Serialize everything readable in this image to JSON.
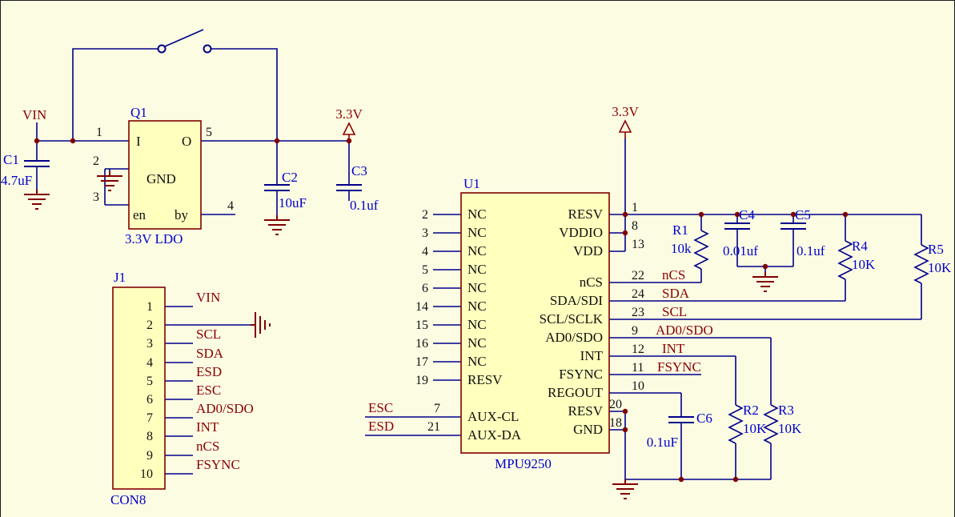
{
  "colors": {
    "background": "#FCFCE3",
    "wire": "#00008B",
    "designator": "#0000CD",
    "net_label": "#8B0000",
    "pin_text": "#111111",
    "part_fill": "#FFFFBE",
    "part_border": "#800000",
    "junction": "#800000"
  },
  "power": {
    "vin": "VIN",
    "v33_ldo": "3.3V",
    "v33_mpu": "3.3V"
  },
  "ldo": {
    "ref": "Q1",
    "desc": "3.3V LDO",
    "pin1": "1",
    "pin2": "2",
    "pin3": "3",
    "pin4": "4",
    "pin5": "5",
    "in": "I",
    "out": "O",
    "gnd": "GND",
    "en": "en",
    "by": "by",
    "c1_ref": "C1",
    "c1_val": "4.7uF",
    "c2_ref": "C2",
    "c2_val": "10uF",
    "c3_ref": "C3",
    "c3_val": "0.1uf"
  },
  "j1": {
    "ref": "J1",
    "part": "CON8",
    "pins": [
      "1",
      "2",
      "3",
      "4",
      "5",
      "6",
      "7",
      "8",
      "9",
      "10"
    ],
    "nets": [
      "VIN",
      "SCL",
      "SDA",
      "ESD",
      "ESC",
      "AD0/SDO",
      "INT",
      "nCS",
      "FSYNC"
    ]
  },
  "u1": {
    "ref": "U1",
    "part": "MPU9250",
    "left_nums": [
      "2",
      "3",
      "4",
      "5",
      "6",
      "14",
      "15",
      "16",
      "17",
      "19"
    ],
    "left_names": [
      "NC",
      "NC",
      "NC",
      "NC",
      "NC",
      "NC",
      "NC",
      "NC",
      "NC",
      "RESV"
    ],
    "right_nums": [
      "1",
      "8",
      "13",
      "22",
      "24",
      "23",
      "9",
      "12",
      "11",
      "10",
      "20",
      "18"
    ],
    "right_names": [
      "RESV",
      "VDDIO",
      "VDD",
      "nCS",
      "SDA/SDI",
      "SCL/SCLK",
      "AD0/SDO",
      "INT",
      "FSYNC",
      "REGOUT",
      "RESV",
      "GND"
    ],
    "net_labels": [
      "nCS",
      "SDA",
      "SCL",
      "AD0/SDO",
      "INT",
      "FSYNC"
    ],
    "aux_nets": [
      "ESC",
      "ESD"
    ],
    "aux_nums": [
      "7",
      "21"
    ],
    "aux_names": [
      "AUX-CL",
      "AUX-DA"
    ]
  },
  "parts": {
    "r1_ref": "R1",
    "r1_val": "10k",
    "r2_ref": "R2",
    "r2_val": "10K",
    "r3_ref": "R3",
    "r3_val": "10K",
    "r4_ref": "R4",
    "r4_val": "10K",
    "r5_ref": "R5",
    "r5_val": "10K",
    "c4_ref": "C4",
    "c4_val": "0.01uf",
    "c5_ref": "C5",
    "c5_val": "0.1uf",
    "c6_ref": "C6",
    "c6_val": "0.1uF"
  }
}
